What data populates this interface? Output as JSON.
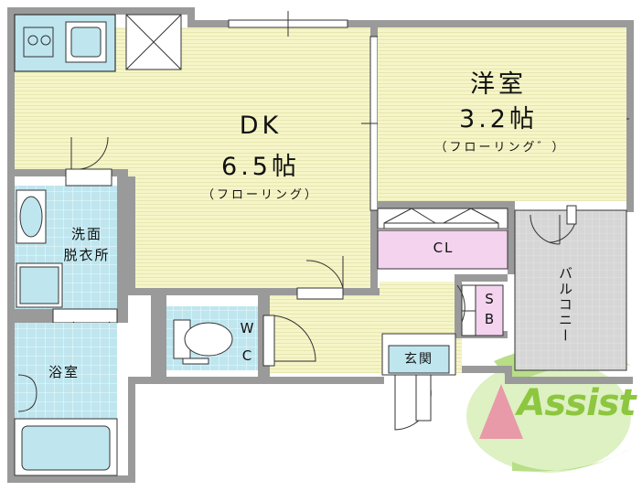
{
  "rooms": {
    "dk": {
      "name": "DK",
      "size": "6.5帖",
      "floor": "（フローリング）"
    },
    "western": {
      "name": "洋室",
      "size": "3.2帖",
      "floor": "（フローリング゛）"
    },
    "closet": {
      "name": "CL"
    },
    "storage": {
      "name_line1": "S",
      "name_line2": "B"
    },
    "washroom": {
      "name_line1": "洗面",
      "name_line2": "脱衣所"
    },
    "bath": {
      "name": "浴室"
    },
    "wc": {
      "name_line1": "W",
      "name_line2": "C"
    },
    "entrance": {
      "name": "玄関"
    },
    "balcony": {
      "name": "バルコニー"
    }
  },
  "logo": {
    "text": "Assist",
    "color": "#8dc63f"
  },
  "colors": {
    "wall": "#9a9a9a",
    "flooring": "#f5f5c8",
    "tile": "#bfe6ef",
    "closet": "#f3d3ee",
    "balcony": "#d6d6d6",
    "hall": "#f5f5c8"
  }
}
